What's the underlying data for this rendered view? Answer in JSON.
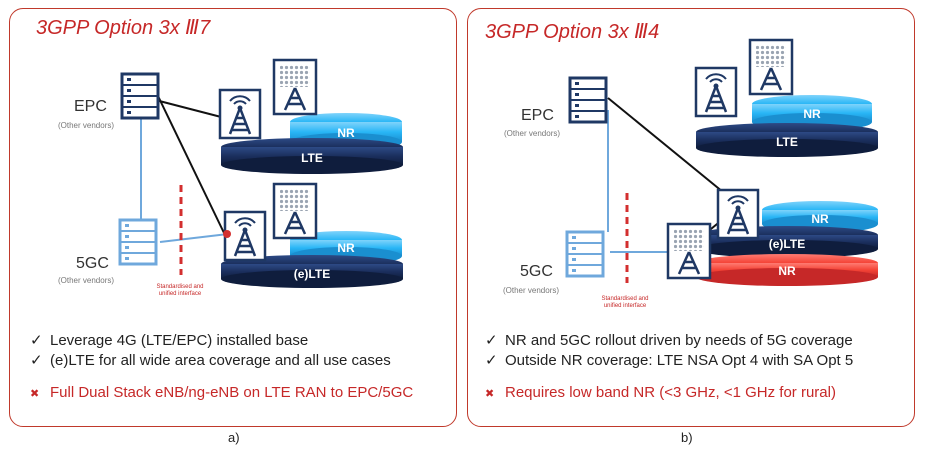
{
  "panel_a": {
    "title": "3GPP Option 3x Ⅲ7",
    "epc_label": "EPC",
    "epc_sub": "(Other vendors)",
    "gc_label": "5GC",
    "gc_sub": "(Other vendors)",
    "interface_note": "Standardised and unified interface",
    "top_nr": "NR",
    "top_lte": "LTE",
    "bottom_nr": "NR",
    "bottom_elte": "(e)LTE",
    "bullets": [
      "Leverage 4G (LTE/EPC) installed base",
      "(e)LTE for all wide area coverage and all use cases"
    ],
    "con": "Full Dual Stack eNB/ng-eNB on LTE RAN to EPC/5GC",
    "caption": "a)"
  },
  "panel_b": {
    "title": "3GPP Option 3x Ⅲ4",
    "epc_label": "EPC",
    "epc_sub": "(Other vendors)",
    "gc_label": "5GC",
    "gc_sub": "(Other vendors)",
    "interface_note": "Standardised and unified interface",
    "top_nr": "NR",
    "top_lte": "LTE",
    "bottom_nr1": "NR",
    "bottom_elte": "(e)LTE",
    "bottom_nr2": "NR",
    "bullets": [
      "NR and 5GC rollout driven by needs of 5G coverage",
      "Outside NR coverage: LTE NSA Opt 4 with SA Opt 5"
    ],
    "con": "Requires low band NR (<3 GHz, <1 GHz for rural)",
    "caption": "b)"
  },
  "symbols": {
    "check": "✓",
    "cross": "✖"
  },
  "colors": {
    "border": "#c0392b",
    "title": "#c62828",
    "navy": "#1b2f5e",
    "cyan": "#29b6f6",
    "red": "#f44336",
    "link": "#6fa8dc",
    "tower": "#1f3864"
  }
}
